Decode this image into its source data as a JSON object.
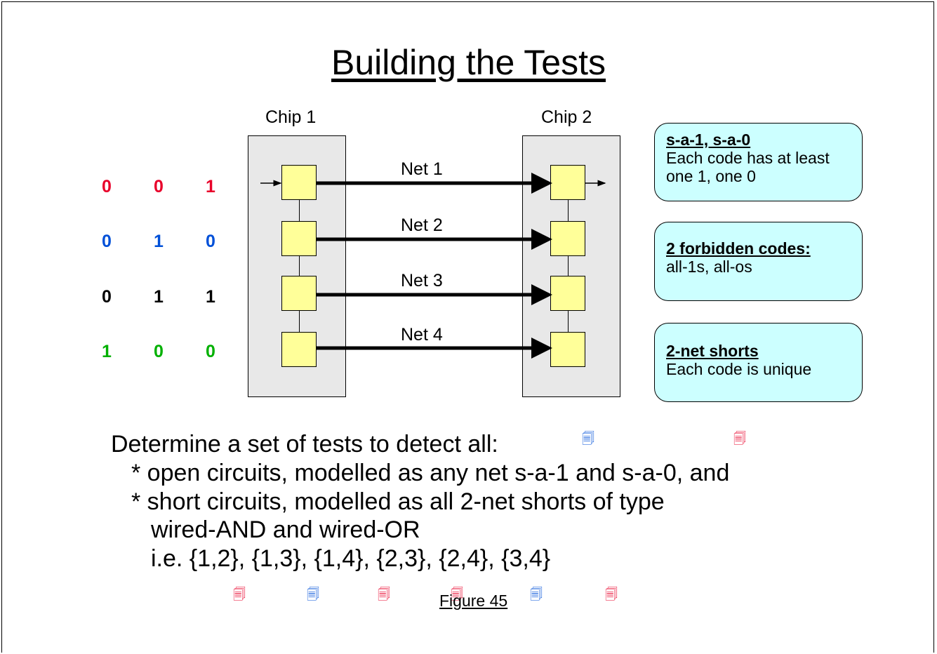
{
  "title": "Building the Tests",
  "chips": [
    {
      "label": "Chip 1"
    },
    {
      "label": "Chip 2"
    }
  ],
  "nets": [
    {
      "label": "Net 1"
    },
    {
      "label": "Net 2"
    },
    {
      "label": "Net 3"
    },
    {
      "label": "Net 4"
    }
  ],
  "codes": [
    {
      "digits": [
        "0",
        "0",
        "1"
      ],
      "colors": [
        "#e8002a",
        "#e8002a",
        "#e8002a"
      ]
    },
    {
      "digits": [
        "0",
        "1",
        "0"
      ],
      "colors": [
        "#0050d8",
        "#0050d8",
        "#0050d8"
      ]
    },
    {
      "digits": [
        "0",
        "1",
        "1"
      ],
      "colors": [
        "#000000",
        "#000000",
        "#000000"
      ]
    },
    {
      "digits": [
        "1",
        "0",
        "0"
      ],
      "colors": [
        "#00b000",
        "#00b000",
        "#00b000"
      ]
    }
  ],
  "notes": [
    {
      "heading": "s-a-1, s-a-0",
      "body": "Each code has at least one 1, one 0"
    },
    {
      "heading": "2 forbidden codes:",
      "body": "all-1s, all-os"
    },
    {
      "heading": "2-net shorts",
      "body": "Each code is unique"
    }
  ],
  "text": {
    "line1": "Determine a set of tests to detect all:",
    "line2": "*  open circuits, modelled as any net s-a-1 and s-a-0, and",
    "line3": "*  short circuits, modelled as all 2-net shorts of type",
    "line4": "wired-AND and wired-OR",
    "line5": "i.e. {1,2}, {1,3}, {1,4}, {2,3}, {2,4}, {3,4}"
  },
  "figure_label": "Figure 45",
  "icons": {
    "name": "document-icon",
    "glyph": "🗐",
    "colors": {
      "red": "#e8002a",
      "blue": "#0050d8"
    }
  }
}
